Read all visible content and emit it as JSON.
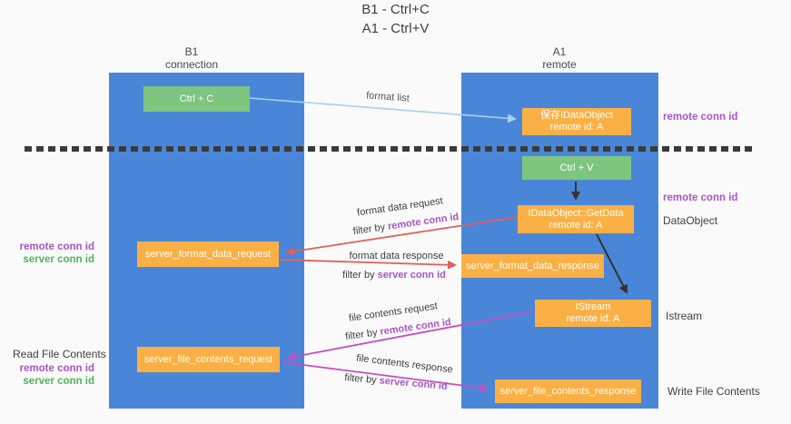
{
  "title": {
    "line1": "B1 - Ctrl+C",
    "line2": "A1 - Ctrl+V"
  },
  "lanes": {
    "left": {
      "title": "B1",
      "subtitle": "connection"
    },
    "right": {
      "title": "A1",
      "subtitle": "remote"
    }
  },
  "nodes": {
    "ctrl_c": {
      "label": "Ctrl + C"
    },
    "save_idataobject": {
      "line1": "保存IDataObject",
      "line2": "remote id: A"
    },
    "ctrl_v": {
      "label": "Ctrl + V"
    },
    "getdata": {
      "line1": "IDataObject::GetData",
      "line2": "remote id: A"
    },
    "istream": {
      "line1": "IStream",
      "line2": "remote id: A"
    },
    "format_request": {
      "label": "server_format_data_request"
    },
    "format_response": {
      "label": "server_format_data_response"
    },
    "file_request": {
      "label": "server_file_contents_request"
    },
    "file_response": {
      "label": "server_file_contents_response"
    }
  },
  "arrows": {
    "format_list": {
      "label": "format list"
    },
    "format_data_request": {
      "label": "format data request",
      "filter_prefix": "filter by ",
      "filter_id": "remote conn id"
    },
    "format_data_response": {
      "label": "format data response",
      "filter_prefix": "filter by ",
      "filter_id": "server conn id"
    },
    "file_contents_request": {
      "label": "file contents request",
      "filter_prefix": "filter by ",
      "filter_id": "remote conn id"
    },
    "file_contents_response": {
      "label": "file contents response",
      "filter_prefix": "filter by ",
      "filter_id": "server conn id"
    }
  },
  "annotations": {
    "right_remote_conn_id_1": "remote conn id",
    "right_remote_conn_id_2": "remote conn id",
    "dataobject": "DataObject",
    "istream": "Istream",
    "write_file_contents": "Write File Contents",
    "left_remote_conn_id_1": "remote conn id",
    "left_server_conn_id_1": "server conn id",
    "read_file_contents": "Read File Contents",
    "left_remote_conn_id_2": "remote conn id",
    "left_server_conn_id_2": "server conn id"
  },
  "colors": {
    "lane_fill": "#4a86d8",
    "node_green": "#7ec57f",
    "node_orange": "#fbb045",
    "arrow_light_blue": "#a6d1f0",
    "arrow_red": "#e0605a",
    "arrow_magenta": "#c24fc2",
    "arrow_black": "#333333",
    "dashed_divider": "#3a3a3a",
    "text_purple": "#a855c8",
    "text_green": "#52b45a"
  }
}
